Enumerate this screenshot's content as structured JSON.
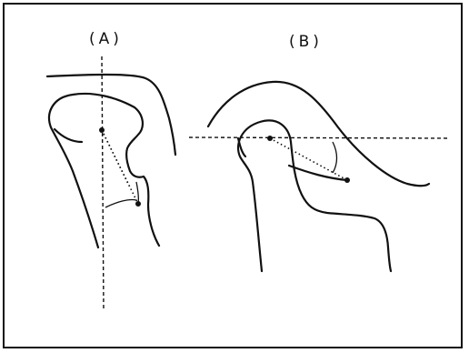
{
  "panels": [
    {
      "id": "A",
      "label": "(A)"
    },
    {
      "id": "B",
      "label": "(B)"
    }
  ],
  "colors": {
    "line": "#111111",
    "background": "#ffffff"
  }
}
